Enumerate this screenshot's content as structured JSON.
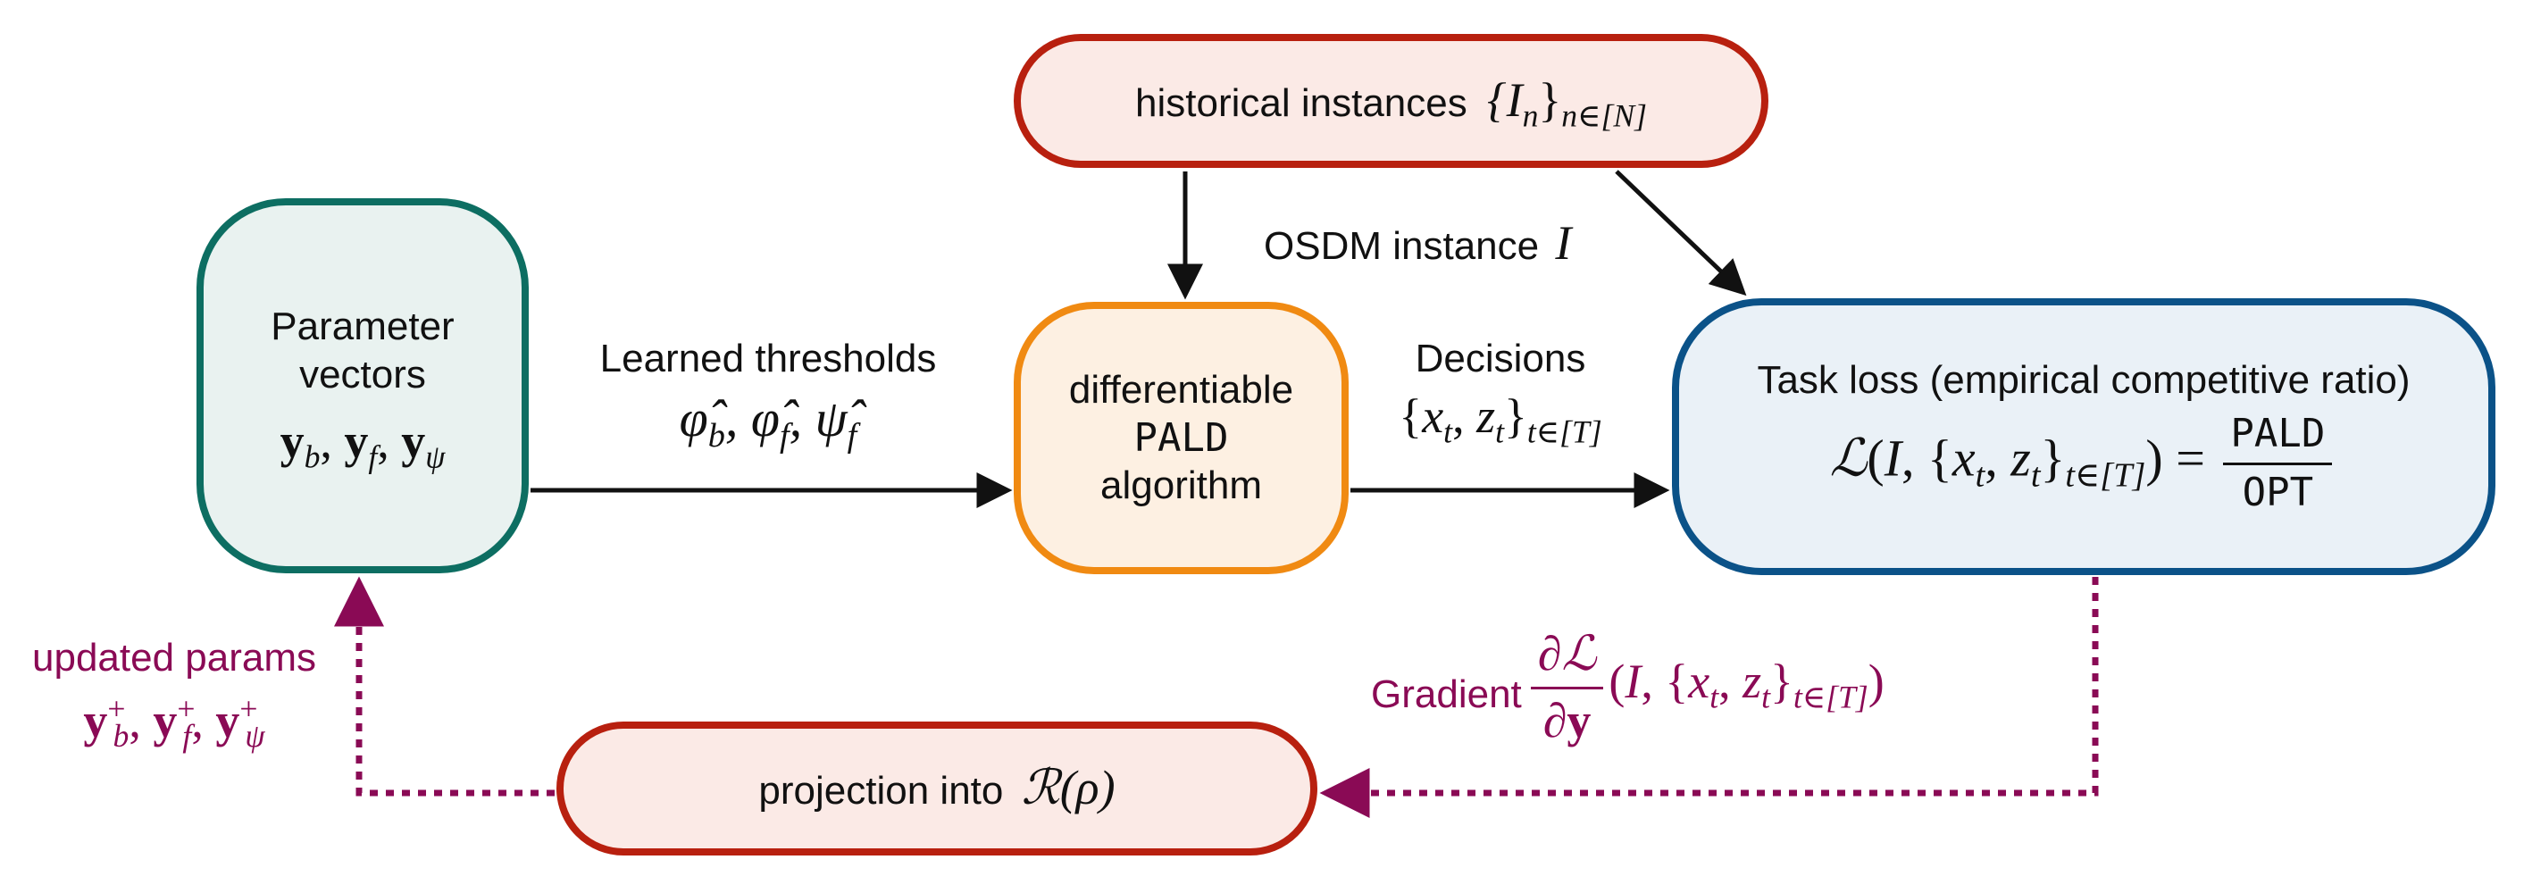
{
  "nodes": {
    "historical": {
      "label": "historical instances",
      "math": "{I",
      "math_sub": "n∈[N]"
    },
    "parameters": {
      "line1": "Parameter",
      "line2": "vectors",
      "vec": "y",
      "subs": [
        "b",
        "f",
        "ψ"
      ]
    },
    "pald": {
      "line1": "differentiable",
      "line2": "PALD",
      "line3": "algorithm"
    },
    "task_loss": {
      "title": "Task loss (empirical competitive ratio)",
      "numerator": "PALD",
      "denominator": "OPT",
      "subscript": "t∈[T]"
    },
    "projection": {
      "label": "projection into",
      "math": "ℛ(ρ)"
    }
  },
  "edges": {
    "osdm": {
      "label": "OSDM instance",
      "var": "I"
    },
    "learned": {
      "label": "Learned thresholds",
      "symbols": [
        "φ̂",
        "φ̂",
        "ψ̂"
      ],
      "subs": [
        "b",
        "f",
        "f"
      ]
    },
    "decisions": {
      "label": "Decisions",
      "subscript": "t∈[T]"
    },
    "gradient": {
      "label": "Gradient",
      "subscript": "t∈[T]"
    },
    "updated": {
      "label": "updated params",
      "subs": [
        "b",
        "f",
        "ψ"
      ],
      "sup": "+"
    }
  },
  "colors": {
    "red_border": "#b8200f",
    "teal_border": "#0d6e62",
    "orange_border": "#f08a12",
    "blue_border": "#0b5288",
    "feedback_purple": "#8a0a55"
  }
}
